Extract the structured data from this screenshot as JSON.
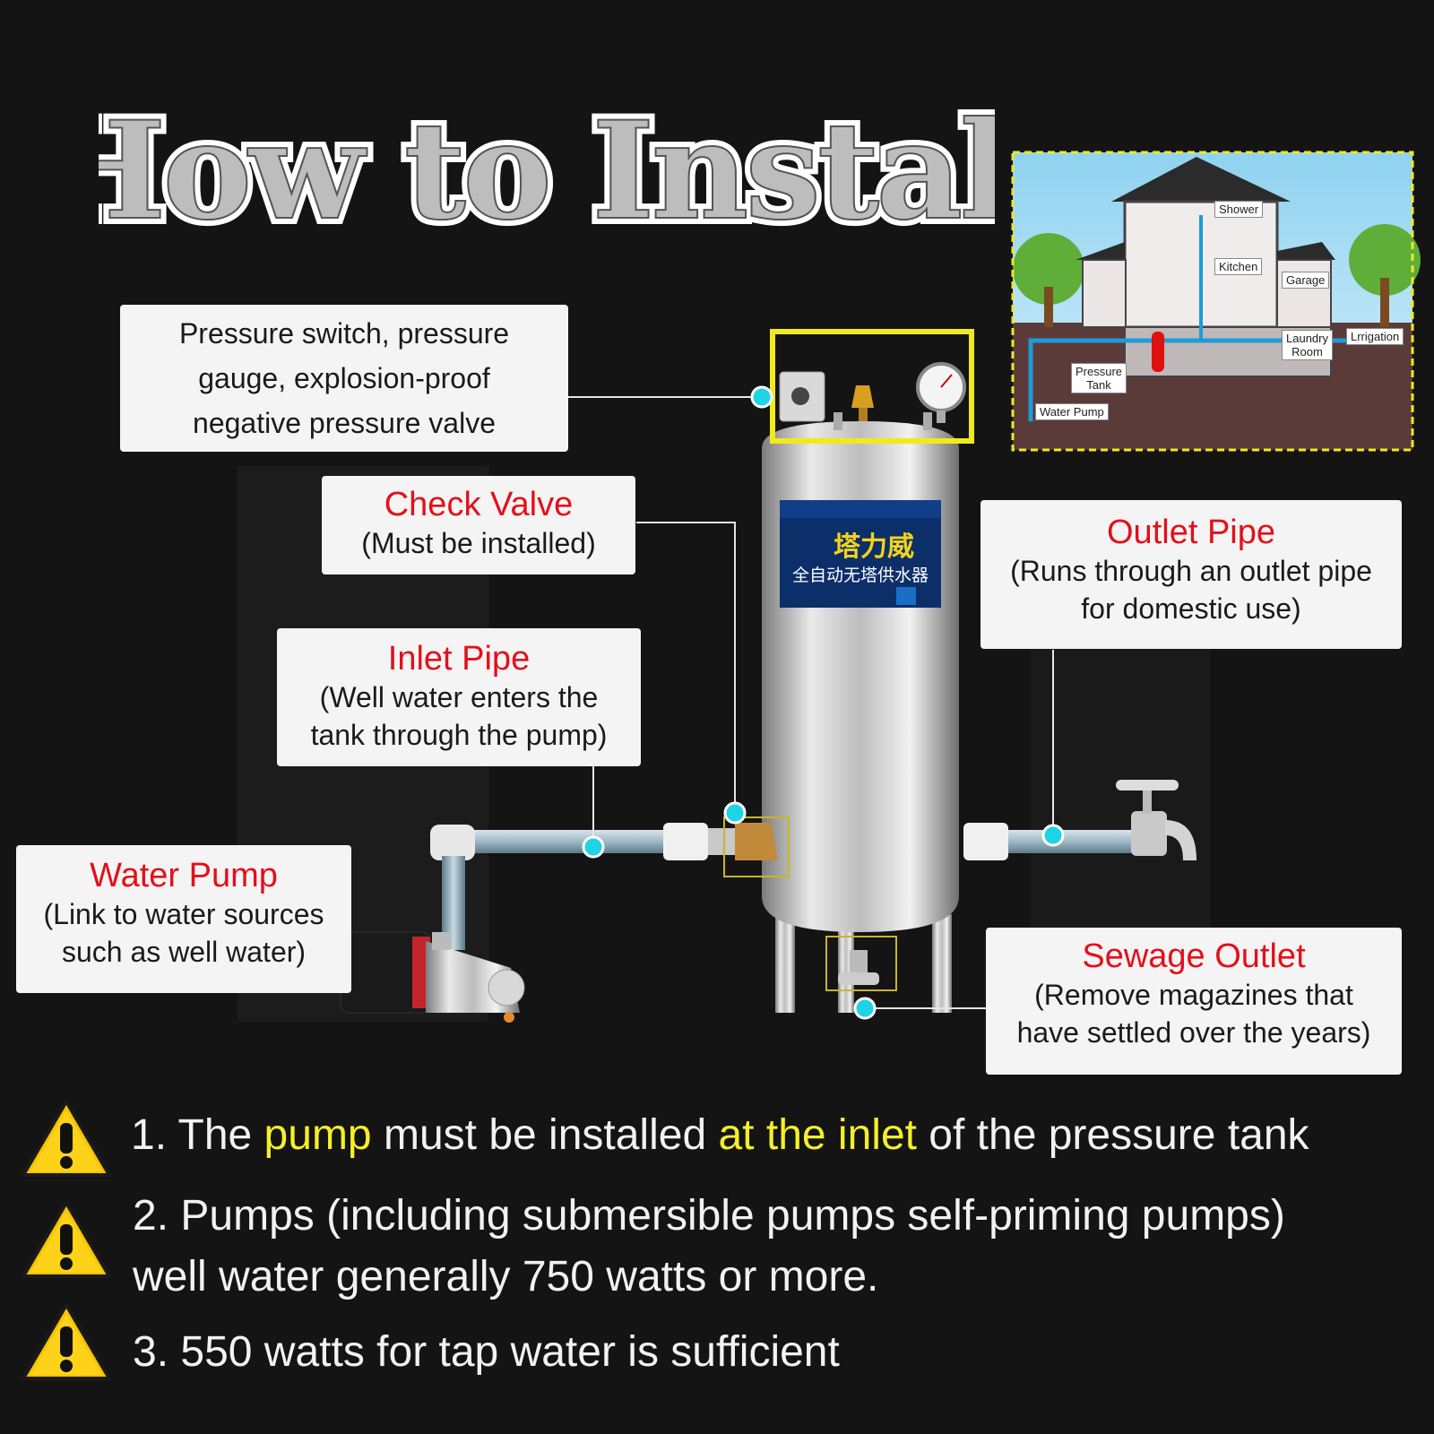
{
  "title": "How to Install",
  "callouts": {
    "pressure_switch": {
      "lines": [
        "Pressure switch, pressure",
        "gauge, explosion-proof",
        "negative pressure valve"
      ]
    },
    "check_valve": {
      "head": "Check Valve",
      "sub": "(Must be installed)"
    },
    "inlet_pipe": {
      "head": "Inlet Pipe",
      "sub": [
        "(Well water enters the",
        "tank through the pump)"
      ]
    },
    "water_pump": {
      "head": "Water Pump",
      "sub": [
        "(Link to water sources",
        "such as well water)"
      ]
    },
    "outlet_pipe": {
      "head": "Outlet Pipe",
      "sub": [
        "(Runs through an outlet pipe",
        "for domestic use)"
      ]
    },
    "sewage_outlet": {
      "head": "Sewage Outlet",
      "sub": [
        "(Remove magazines that",
        "have settled over the years)"
      ]
    }
  },
  "house_labels": {
    "shower": "Shower",
    "kitchen": "Kitchen",
    "garage": "Garage",
    "laundry": [
      "Laundry",
      "Room"
    ],
    "irrigation": "Lrrigation",
    "pressure_tank": [
      "Pressure",
      "Tank"
    ],
    "water_pump": "Water Pump"
  },
  "tank_label": {
    "brand_cn": "塔力威",
    "product_cn": "全自动无塔供水器"
  },
  "notes": {
    "n1": {
      "a": "1. The ",
      "b": "pump",
      "c": " must be installed ",
      "d": "at the inlet",
      "e": " of the pressure tank"
    },
    "n2": {
      "line1": "2. Pumps (including submersible pumps self-priming pumps)",
      "line2": "well water generally 750 watts or more."
    },
    "n3": "3. 550 watts for tap water is sufficient"
  },
  "colors": {
    "background": "#141414",
    "heading_red": "#e3101b",
    "highlight_yellow": "#f4ef2a",
    "connector_cyan": "#1fd3e6",
    "frame_yellow": "#f0ea1c"
  },
  "icons": [
    "warning-icon",
    "faucet-icon",
    "pump-icon",
    "pressure-gauge-icon"
  ]
}
